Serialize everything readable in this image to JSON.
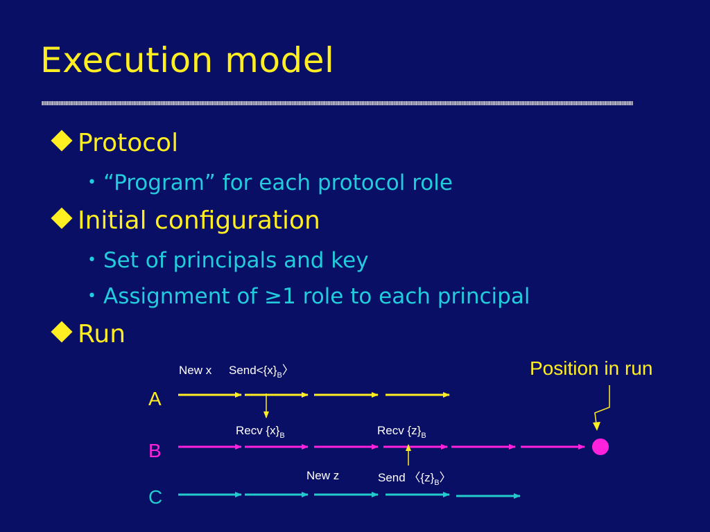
{
  "slide": {
    "title": "Execution model",
    "bullets": [
      {
        "text": "Protocol",
        "subs": [
          "“Program” for each protocol role"
        ]
      },
      {
        "text": "Initial configuration",
        "subs": [
          "Set of principals and key",
          "Assignment of ≥1 role to each principal"
        ]
      },
      {
        "text": "Run",
        "subs": []
      }
    ]
  },
  "diagram": {
    "rows": [
      {
        "label": "A",
        "color": "#ffee22"
      },
      {
        "label": "B",
        "color": "#ff22dd"
      },
      {
        "label": "C",
        "color": "#22cccc"
      }
    ],
    "labels": {
      "new_x": "New x",
      "send_x_main": "Send<{x}",
      "send_x_sub": "B",
      "send_x_end": "〉",
      "recv_x_main": "Recv {x}",
      "recv_x_sub": "B",
      "recv_z_main": "Recv {z}",
      "recv_z_sub": "B",
      "new_z": "New z",
      "send_z_main": "Send 〈{z}",
      "send_z_sub": "B",
      "send_z_end": "〉",
      "position": "Position in run"
    },
    "colors": {
      "marker": "#ff22dd",
      "position_label": "#ffee22",
      "annotation": "#ffffff"
    }
  }
}
